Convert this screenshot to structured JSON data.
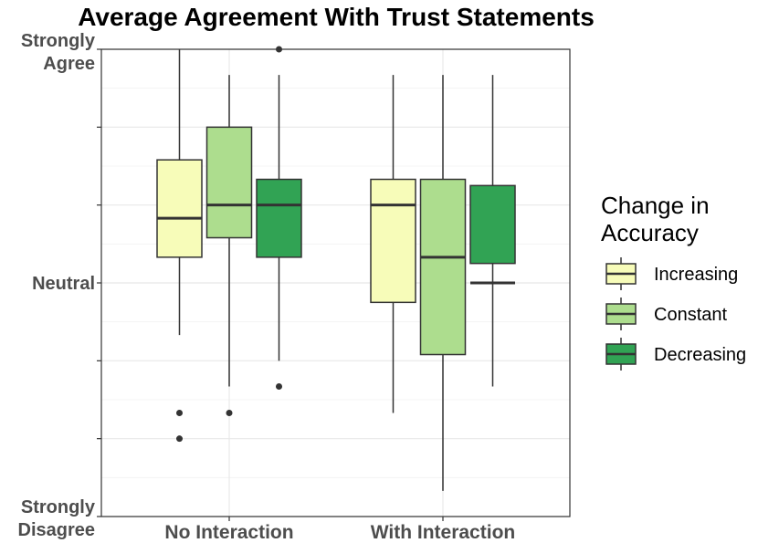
{
  "chart_data": {
    "type": "boxplot",
    "title": "Average Agreement With Trust Statements",
    "xlabel": "",
    "ylabel": "",
    "ylim": [
      1,
      7
    ],
    "y_ticks": [
      {
        "value": 1,
        "label": [
          "Strongly",
          "Disagree"
        ]
      },
      {
        "value": 4,
        "label": [
          "Neutral"
        ]
      },
      {
        "value": 7,
        "label": [
          "Strongly",
          "Agree"
        ]
      }
    ],
    "grid": true,
    "legend_position": "right",
    "legend_title": [
      "Change in",
      "Accuracy"
    ],
    "categories": [
      "No Interaction",
      "With Interaction"
    ],
    "series": [
      {
        "name": "Increasing",
        "color": "#f7fcb9",
        "boxes": [
          {
            "whisker_low": 3.33,
            "q1": 4.33,
            "median": 4.83,
            "q3": 5.58,
            "whisker_high": 7.0,
            "outliers": [
              2.33,
              2.0
            ]
          },
          {
            "whisker_low": 2.33,
            "q1": 3.75,
            "median": 5.0,
            "q3": 5.33,
            "whisker_high": 6.67,
            "outliers": []
          }
        ]
      },
      {
        "name": "Constant",
        "color": "#addd8e",
        "boxes": [
          {
            "whisker_low": 2.67,
            "q1": 4.58,
            "median": 5.0,
            "q3": 6.0,
            "whisker_high": 6.67,
            "outliers": [
              2.33
            ]
          },
          {
            "whisker_low": 1.33,
            "q1": 3.08,
            "median": 4.33,
            "q3": 5.33,
            "whisker_high": 6.67,
            "outliers": []
          }
        ]
      },
      {
        "name": "Decreasing",
        "color": "#31a354",
        "boxes": [
          {
            "whisker_low": 3.0,
            "q1": 4.33,
            "median": 5.0,
            "q3": 5.33,
            "whisker_high": 6.67,
            "outliers": [
              7.0,
              2.67
            ]
          },
          {
            "whisker_low": 2.67,
            "q1": 4.25,
            "median": 4.0,
            "q3": 5.25,
            "whisker_high": 6.67,
            "outliers": []
          }
        ]
      }
    ]
  }
}
